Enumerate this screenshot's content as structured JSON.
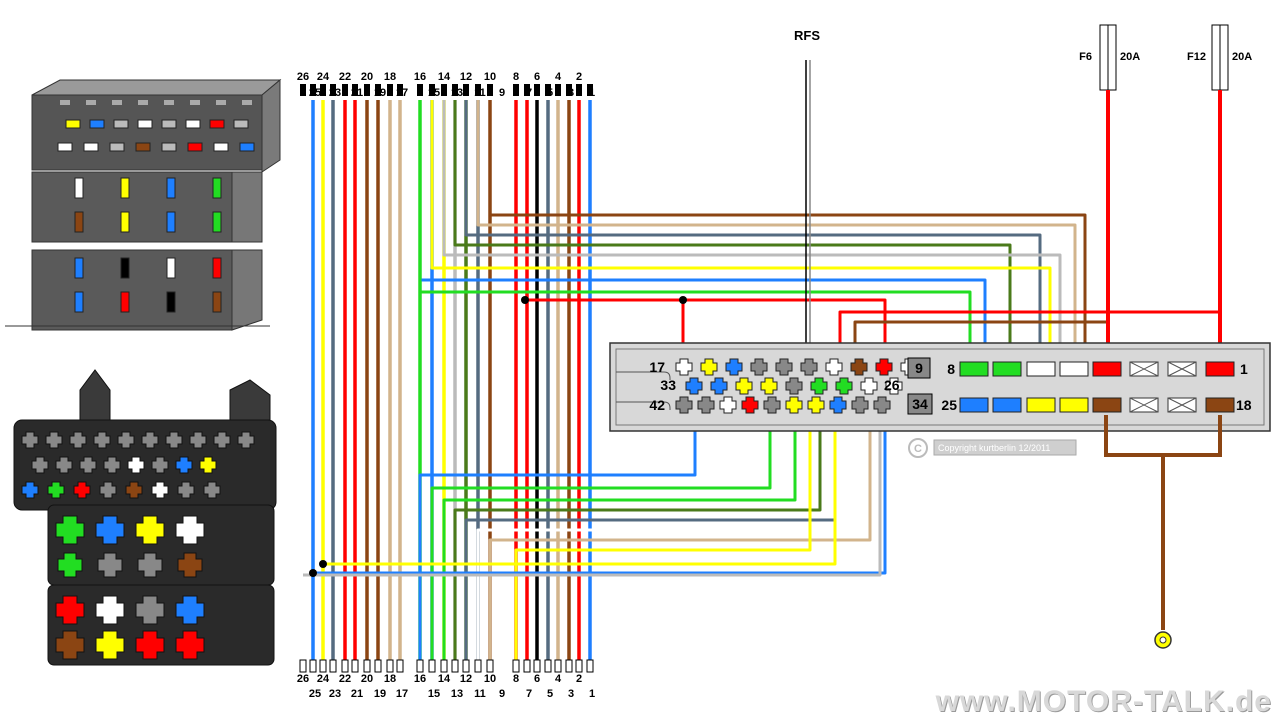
{
  "labels": {
    "rfs": "RFS",
    "fuse_f6": "F6",
    "fuse_f6_rating": "20A",
    "fuse_f12": "F12",
    "fuse_f12_rating": "20A",
    "row_left": [
      "17",
      "33",
      "42"
    ],
    "row_right_top": "26",
    "grid_box_top": "9",
    "grid_box_bottom": "34",
    "power_row_top_left": "8",
    "power_row_top_right": "1",
    "power_row_bottom_left": "25",
    "power_row_bottom_right": "18",
    "copyright": "Copyright kurtberlin 12/2011",
    "watermark": "www.MOTOR-TALK.de"
  },
  "top_pins_upper": [
    "26",
    "24",
    "22",
    "20",
    "18",
    "16",
    "14",
    "12",
    "10",
    "8",
    "6",
    "4",
    "2"
  ],
  "top_pins_lower": [
    "25",
    "23",
    "21",
    "19",
    "17",
    "15",
    "13",
    "11",
    "9",
    "7",
    "5",
    "3",
    "1"
  ],
  "bottom_pins_upper": [
    "26",
    "24",
    "22",
    "20",
    "18",
    "16",
    "14",
    "12",
    "10",
    "8",
    "6",
    "4",
    "2"
  ],
  "bottom_pins_lower": [
    "25",
    "23",
    "21",
    "19",
    "17",
    "15",
    "13",
    "11",
    "9",
    "7",
    "5",
    "3",
    "1"
  ],
  "colors": {
    "red": "#ff0000",
    "yellow": "#ffff00",
    "blue": "#1e7fff",
    "green": "#22dd22",
    "brown": "#8b4513",
    "white": "#ffffff",
    "black": "#000000",
    "grey": "#888888",
    "darkgreen": "#4a7a1a",
    "slate": "#556b80",
    "tan": "#d2b48c",
    "ltgrey": "#bbbbbb",
    "panel": "#d8d8d8",
    "connector": "#2a2a2a"
  }
}
